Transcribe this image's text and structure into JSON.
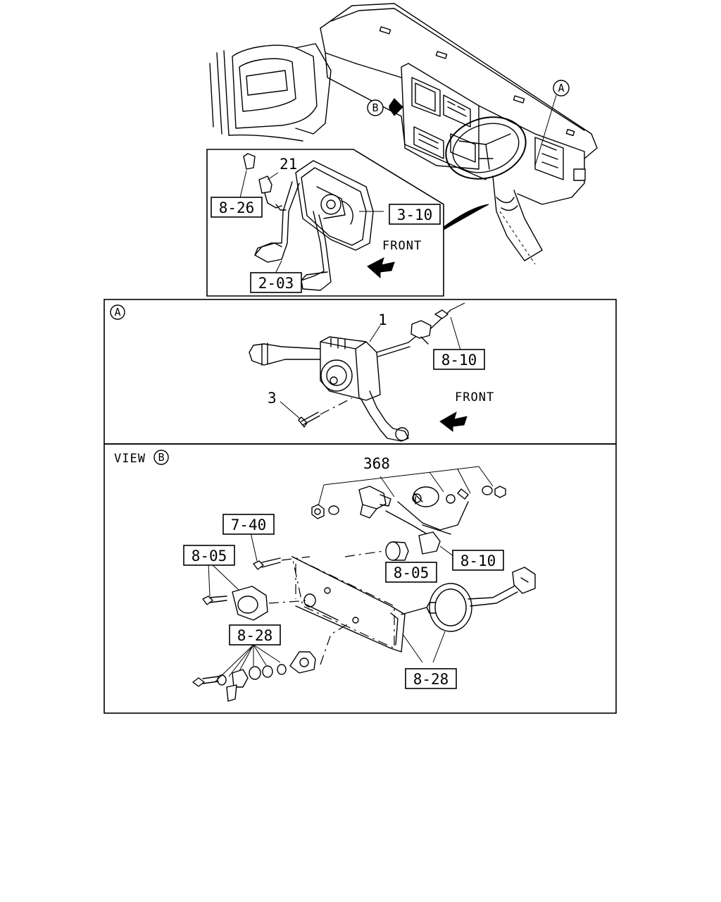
{
  "diagram": {
    "overview": {
      "callout_a": "A",
      "callout_b": "B",
      "ref_8_26": "8-26",
      "ref_3_10": "3-10",
      "ref_2_03": "2-03",
      "part_21": "21",
      "front_label": "FRONT"
    },
    "section_a": {
      "marker": "A",
      "part_1": "1",
      "part_3": "3",
      "ref_8_10": "8-10",
      "front_label": "FRONT"
    },
    "section_b": {
      "view_label": "VIEW",
      "marker": "B",
      "part_368": "368",
      "ref_7_40": "7-40",
      "ref_8_05_left": "8-05",
      "ref_8_05_mid": "8-05",
      "ref_8_10": "8-10",
      "ref_8_28_left": "8-28",
      "ref_8_28_bottom": "8-28"
    }
  }
}
